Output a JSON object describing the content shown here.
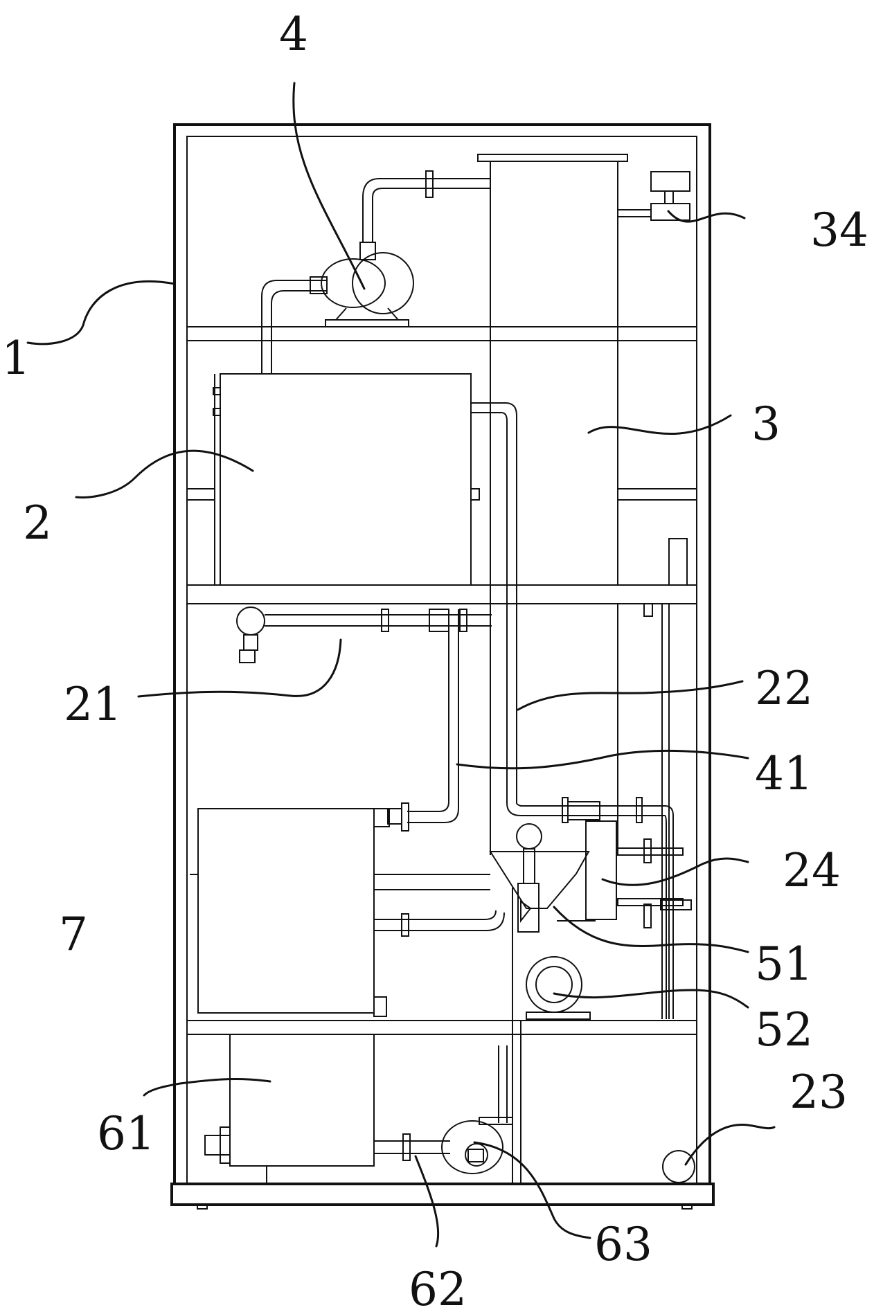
{
  "figure": {
    "labels": {
      "l1": "1",
      "l2": "2",
      "l3": "3",
      "l4": "4",
      "l7": "7",
      "l21": "21",
      "l22": "22",
      "l23": "23",
      "l24": "24",
      "l34": "34",
      "l41": "41",
      "l51": "51",
      "l52": "52",
      "l61": "61",
      "l62": "62",
      "l63": "63"
    }
  }
}
